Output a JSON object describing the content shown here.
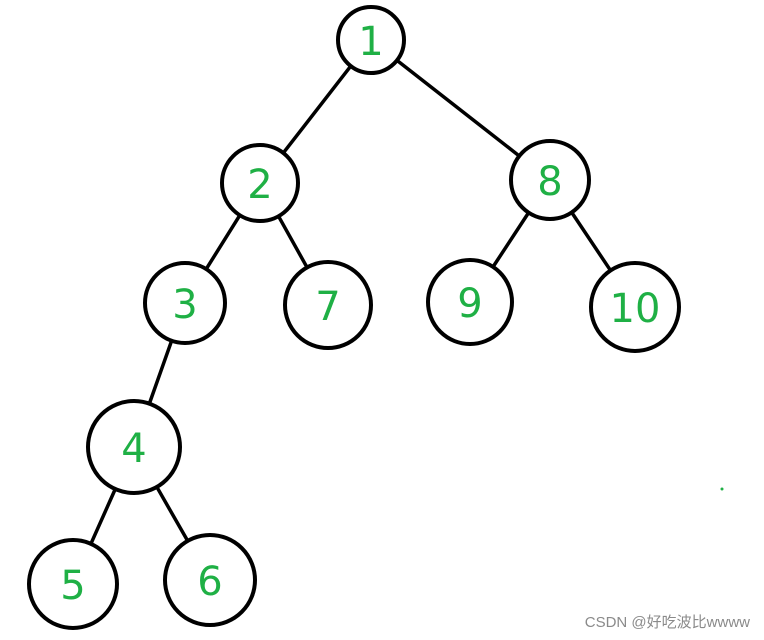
{
  "tree": {
    "nodes": [
      {
        "id": "n1",
        "label": "1"
      },
      {
        "id": "n2",
        "label": "2"
      },
      {
        "id": "n8",
        "label": "8"
      },
      {
        "id": "n3",
        "label": "3"
      },
      {
        "id": "n7",
        "label": "7"
      },
      {
        "id": "n9",
        "label": "9"
      },
      {
        "id": "n10",
        "label": "10"
      },
      {
        "id": "n4",
        "label": "4"
      },
      {
        "id": "n5",
        "label": "5"
      },
      {
        "id": "n6",
        "label": "6"
      }
    ],
    "edges": [
      [
        "1",
        "2"
      ],
      [
        "1",
        "8"
      ],
      [
        "2",
        "3"
      ],
      [
        "2",
        "7"
      ],
      [
        "8",
        "9"
      ],
      [
        "8",
        "10"
      ],
      [
        "3",
        "4"
      ],
      [
        "4",
        "5"
      ],
      [
        "4",
        "6"
      ]
    ],
    "label_color": "#1fb045",
    "outline_color": "#000000"
  },
  "watermark": "CSDN @好吃波比wwww"
}
